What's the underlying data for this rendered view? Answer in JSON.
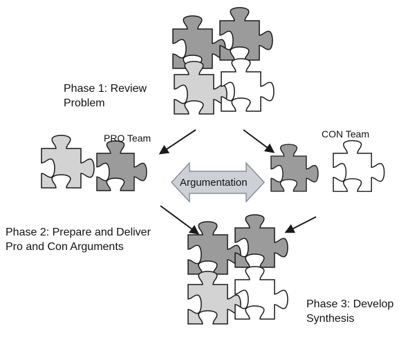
{
  "labels": {
    "phase1_line1": "Phase 1: Review",
    "phase1_line2": "Problem",
    "pro_team": "PRO Team",
    "con_team": "CON Team",
    "argumentation": "Argumentation",
    "phase2_line1": "Phase 2: Prepare and Deliver",
    "phase2_line2": "Pro and Con Arguments",
    "phase3_line1": "Phase 3: Develop",
    "phase3_line2": "Synthesis"
  },
  "colors": {
    "dark_piece": "#9b9b9b",
    "light_piece": "#d3d3d3",
    "white_piece": "#ffffff",
    "outline": "#1a1a1a",
    "arrow_fill": "#cdd1d6",
    "arrow_stroke": "#8a8f96"
  }
}
